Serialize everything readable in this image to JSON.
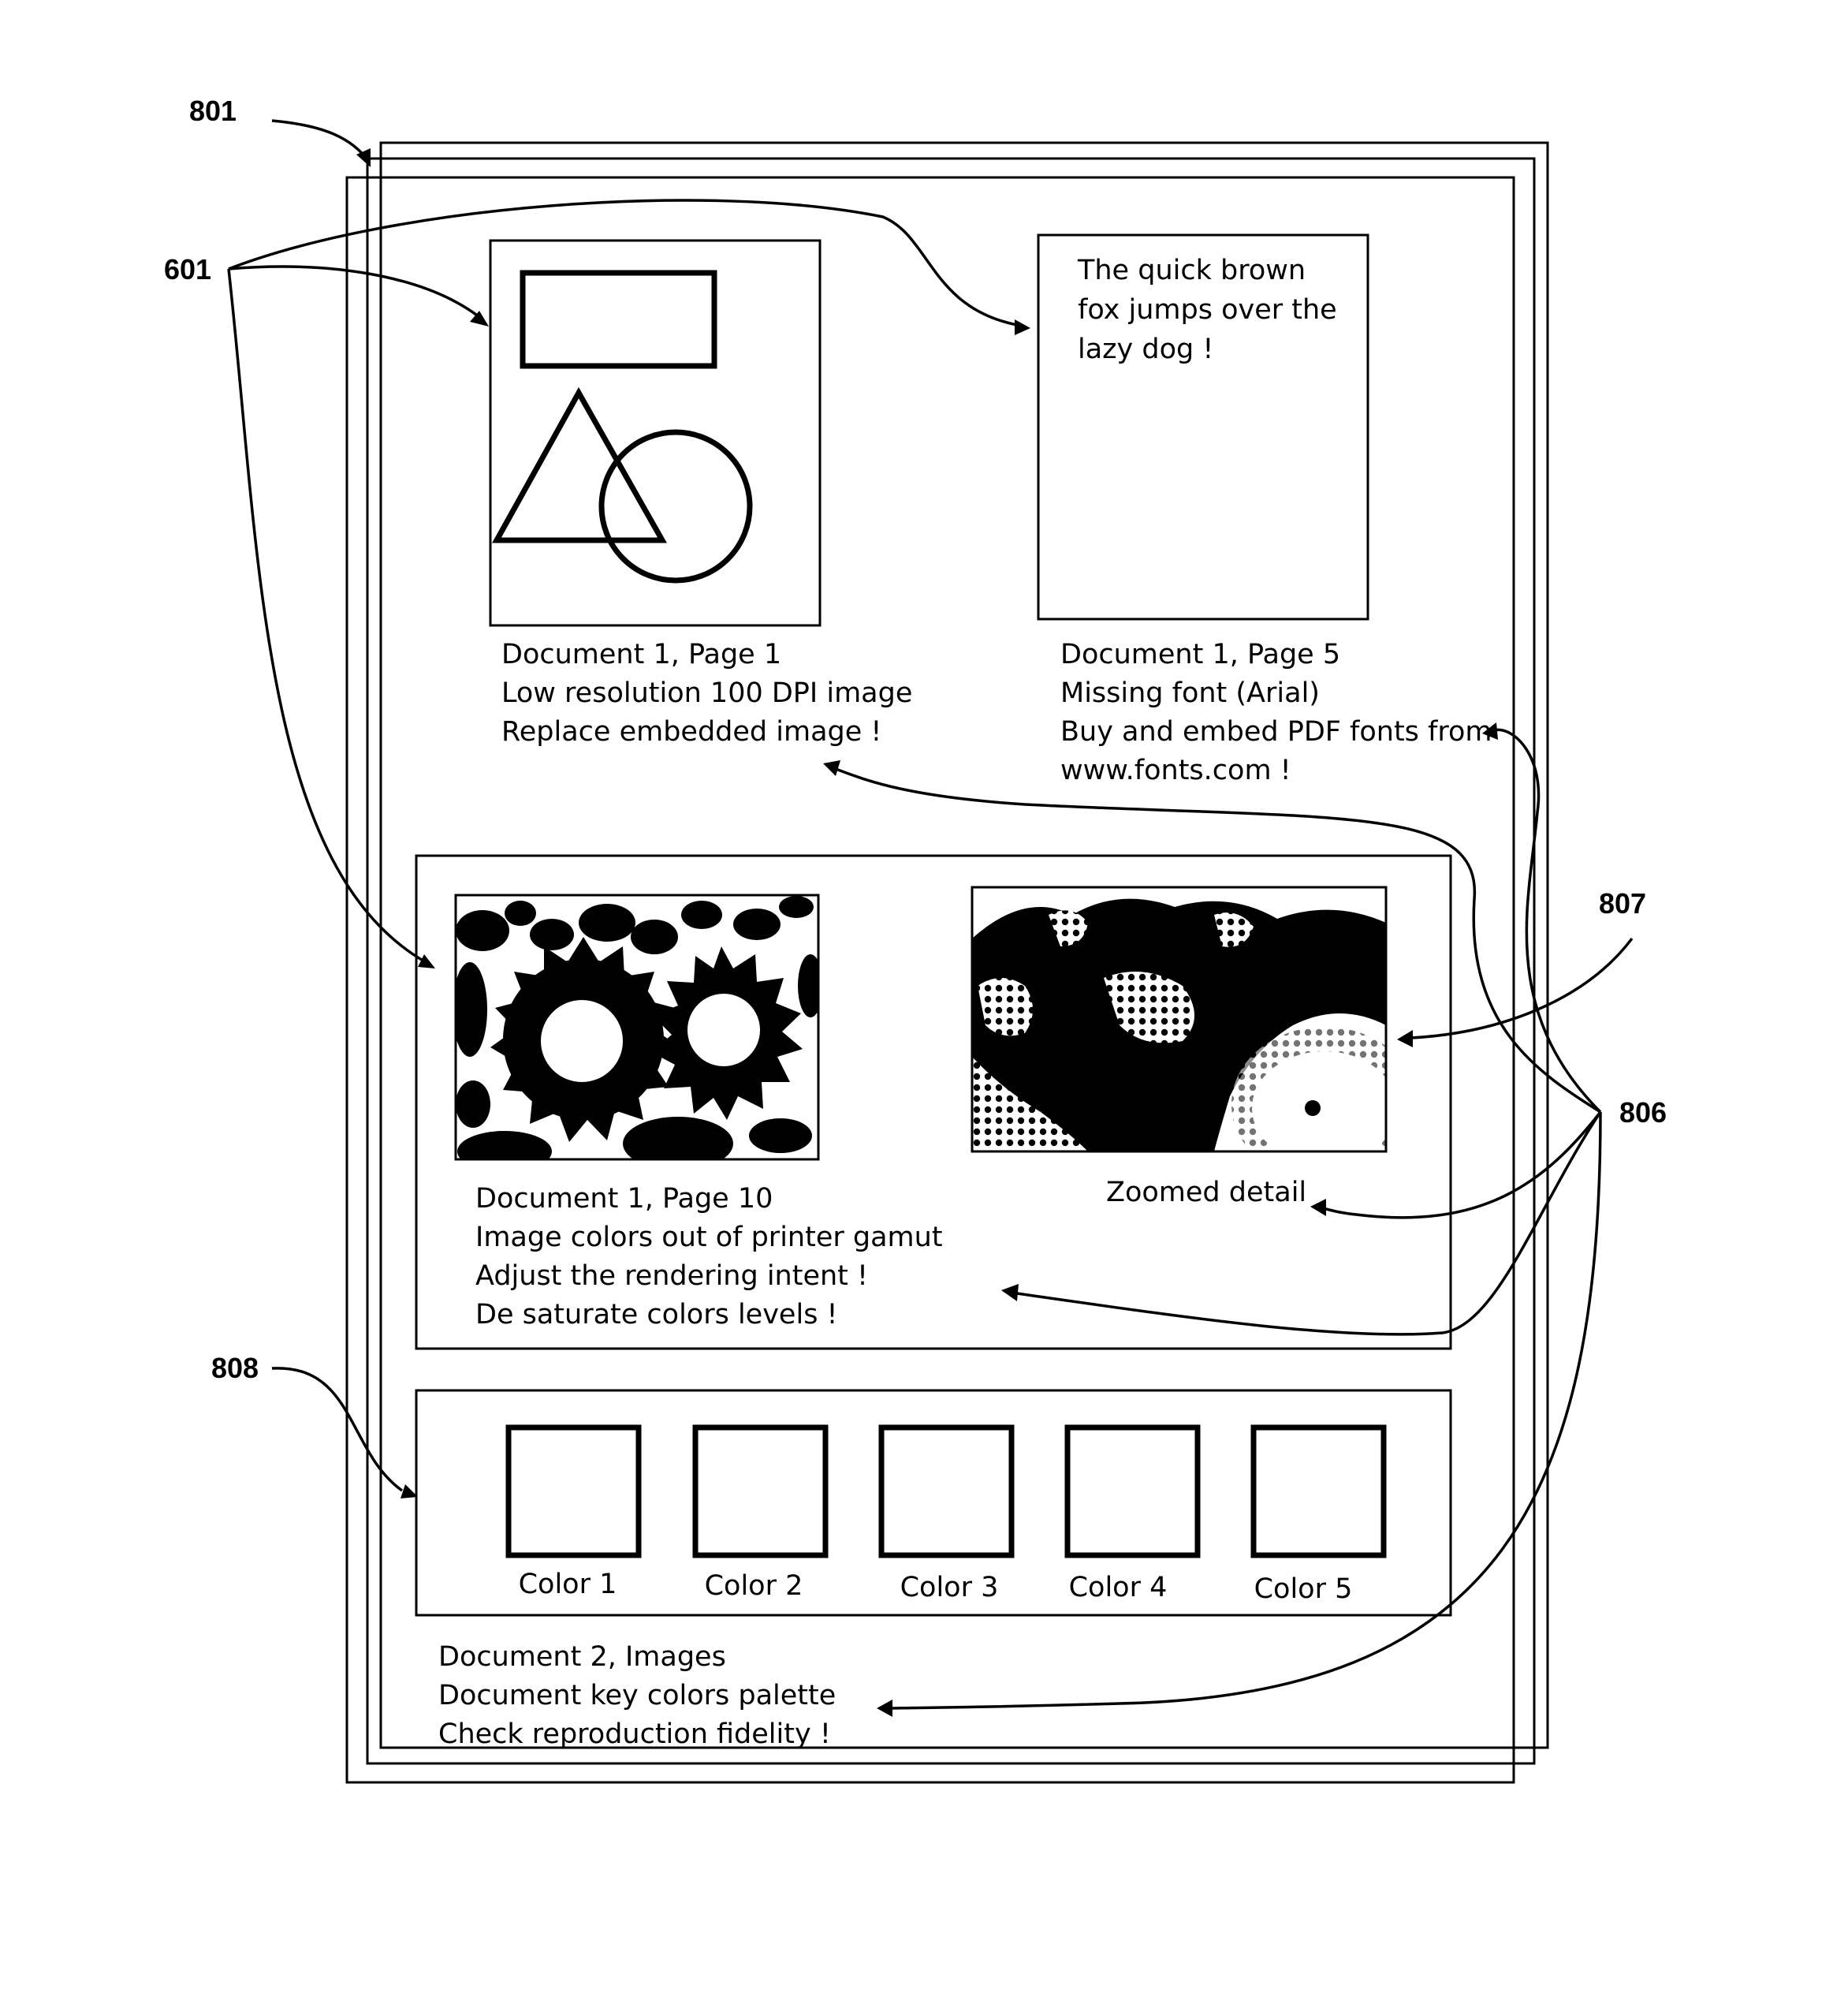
{
  "reference_labels": {
    "ref_801": "801",
    "ref_601": "601",
    "ref_807": "807",
    "ref_806": "806",
    "ref_808": "808"
  },
  "page1_preview": {
    "caption": [
      "Document 1, Page 1",
      "Low resolution 100 DPI image",
      "Replace embedded image  !"
    ]
  },
  "page5_preview": {
    "text": [
      "The quick brown",
      "fox jumps  over the",
      "lazy dog  !"
    ],
    "caption": [
      "Document 1, Page 5",
      "Missing  font (Arial)",
      "Buy and  embed PDF fonts from",
      "www.fonts.com   !"
    ]
  },
  "page10_preview": {
    "caption": [
      "Document 1, Page 10",
      "Image colors out of printer gamut",
      "Adjust the  rendering intent !",
      "De saturate  colors levels !"
    ],
    "zoom_caption": "Zoomed detail"
  },
  "palette": {
    "swatches": [
      "Color 1",
      "Color 2",
      "Color 3",
      "Color 4",
      "Color 5"
    ],
    "caption": [
      "Document 2, Images",
      "Document key colors palette",
      "Check reproduction  fidelity !"
    ]
  }
}
